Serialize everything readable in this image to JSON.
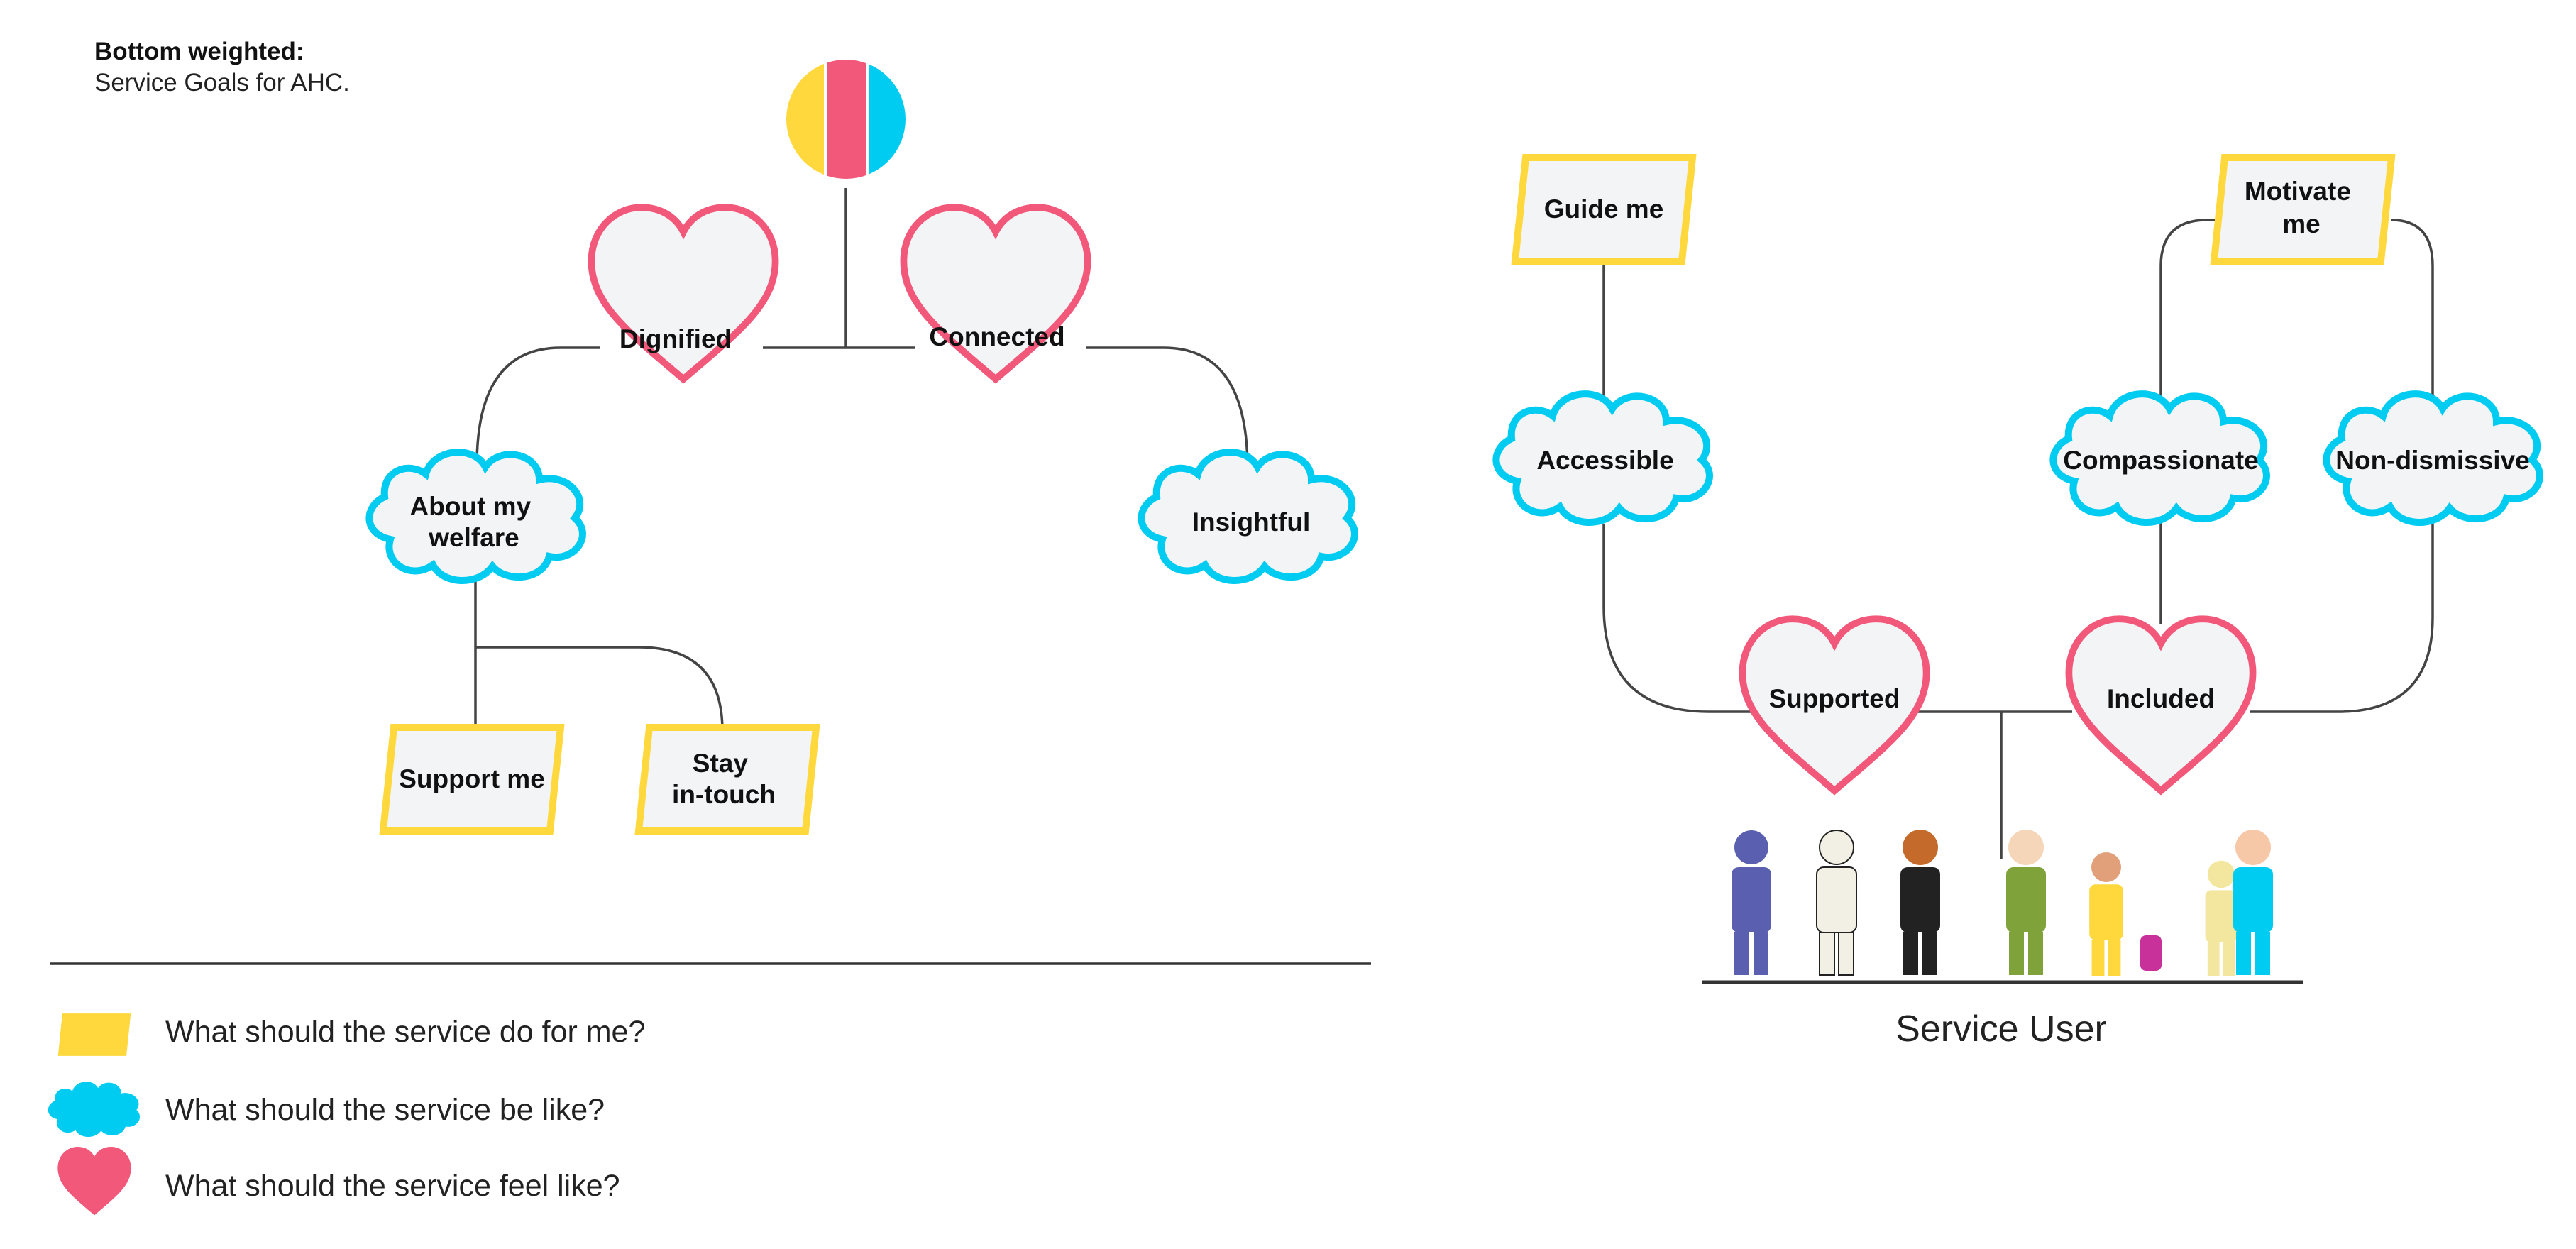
{
  "heading": {
    "title": "Bottom weighted:",
    "subtitle": "Service Goals for AHC."
  },
  "colors": {
    "action": "#FFD83D",
    "quality": "#00CBF0",
    "feeling": "#F2587A",
    "fill": "#F3F4F6",
    "line": "#444444"
  },
  "nodes": {
    "dignified": "Dignified",
    "connected": "Connected",
    "about_welfare": [
      "About my",
      "welfare"
    ],
    "insightful": "Insightful",
    "support_me": "Support me",
    "stay_in_touch": [
      "Stay",
      "in-touch"
    ],
    "guide_me": "Guide me",
    "motivate_me": [
      "Motivate",
      "me"
    ],
    "accessible": "Accessible",
    "compassionate": "Compassionate",
    "non_dismissive": "Non-dismissive",
    "supported": "Supported",
    "included": "Included"
  },
  "legend": {
    "action": "What should the service do for me?",
    "quality": "What should the service be like?",
    "feeling": "What should the service feel like?"
  },
  "caption": "Service User"
}
